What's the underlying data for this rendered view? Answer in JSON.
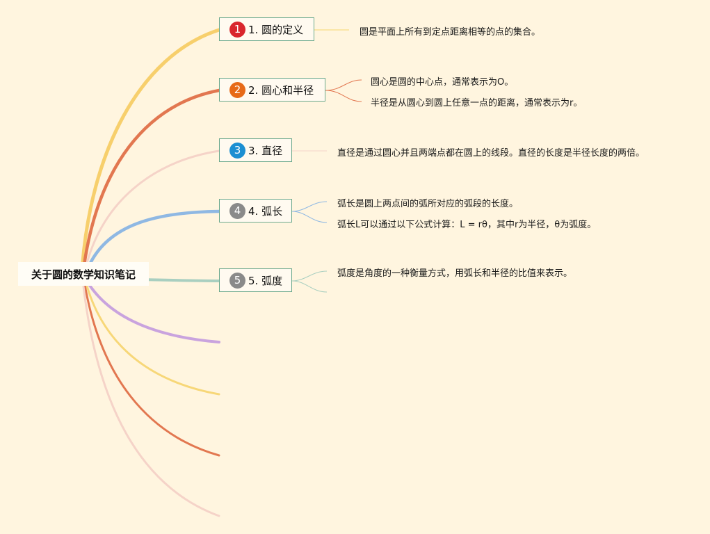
{
  "root": {
    "label": "关于圆的数学知识笔记"
  },
  "colors": {
    "background": "#fff5df",
    "topic_border": "#6aa88c",
    "branch_1": "#f7cf6c",
    "branch_2": "#e27750",
    "branch_3": "#f5cfc4",
    "branch_4": "#8fb8e3",
    "branch_5": "#a9cfc0",
    "branch_6": "#c9a3de",
    "badge_1": "#d9262d",
    "badge_2": "#e76a17",
    "badge_3": "#1c8fd2",
    "badge_4": "#8a8a8a",
    "badge_5": "#8a8a8a"
  },
  "topics": [
    {
      "number": "1",
      "label": "1. 圆的定义",
      "notes": [
        "圆是平面上所有到定点距离相等的点的集合。"
      ]
    },
    {
      "number": "2",
      "label": "2. 圆心和半径",
      "notes": [
        "圆心是圆的中心点，通常表示为O。",
        "半径是从圆心到圆上任意一点的距离，通常表示为r。"
      ]
    },
    {
      "number": "3",
      "label": "3. 直径",
      "notes": [
        "直径是通过圆心并且两端点都在圆上的线段。直径的长度是半径长度的两倍。"
      ]
    },
    {
      "number": "4",
      "label": "4. 弧长",
      "notes": [
        "弧长是圆上两点间的弧所对应的弧段的长度。",
        "弧长L可以通过以下公式计算：L = rθ，其中r为半径，θ为弧度。"
      ]
    },
    {
      "number": "5",
      "label": "5. 弧度",
      "notes": [
        "弧度是角度的一种衡量方式，用弧长和半径的比值来表示。"
      ]
    }
  ]
}
